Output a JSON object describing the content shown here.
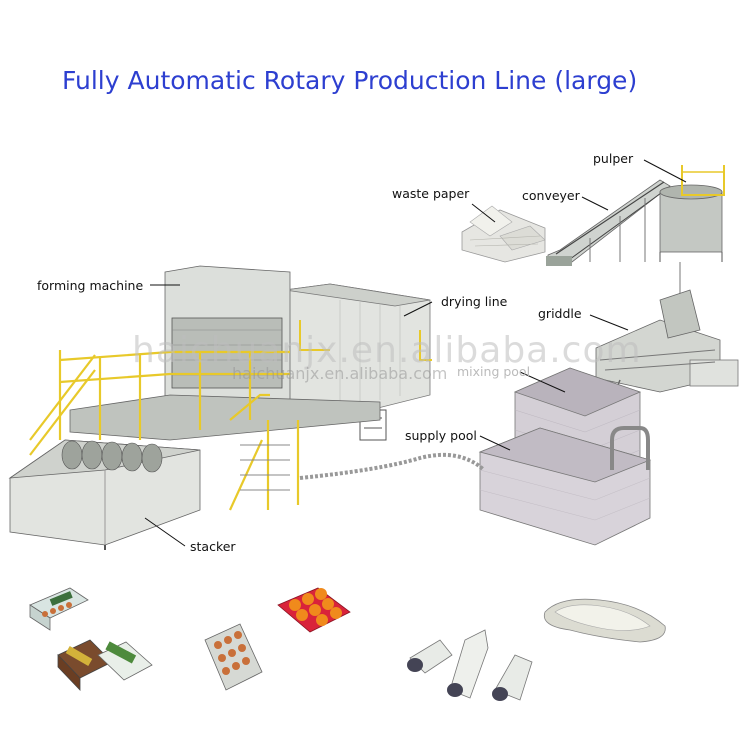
{
  "title": "Fully Automatic Rotary Production Line  (large)",
  "labels": {
    "pulper": "pulper",
    "waste_paper": "waste paper",
    "conveyer": "conveyer",
    "forming_machine": "forming machine",
    "drying_line": "drying line",
    "griddle": "griddle",
    "mixing_pool": "mixing pool",
    "supply_pool": "supply pool",
    "stacker": "stacker"
  },
  "watermark": {
    "main": "haichuanjx.en.alibaba.com",
    "sub": "haichuanjx.en.alibaba.com"
  },
  "colors": {
    "title": "#2d3fd0",
    "machine": "#d9dcd8",
    "railing": "#e8c92a",
    "pool": "#c8c2cc",
    "egg": "#c9703a"
  }
}
